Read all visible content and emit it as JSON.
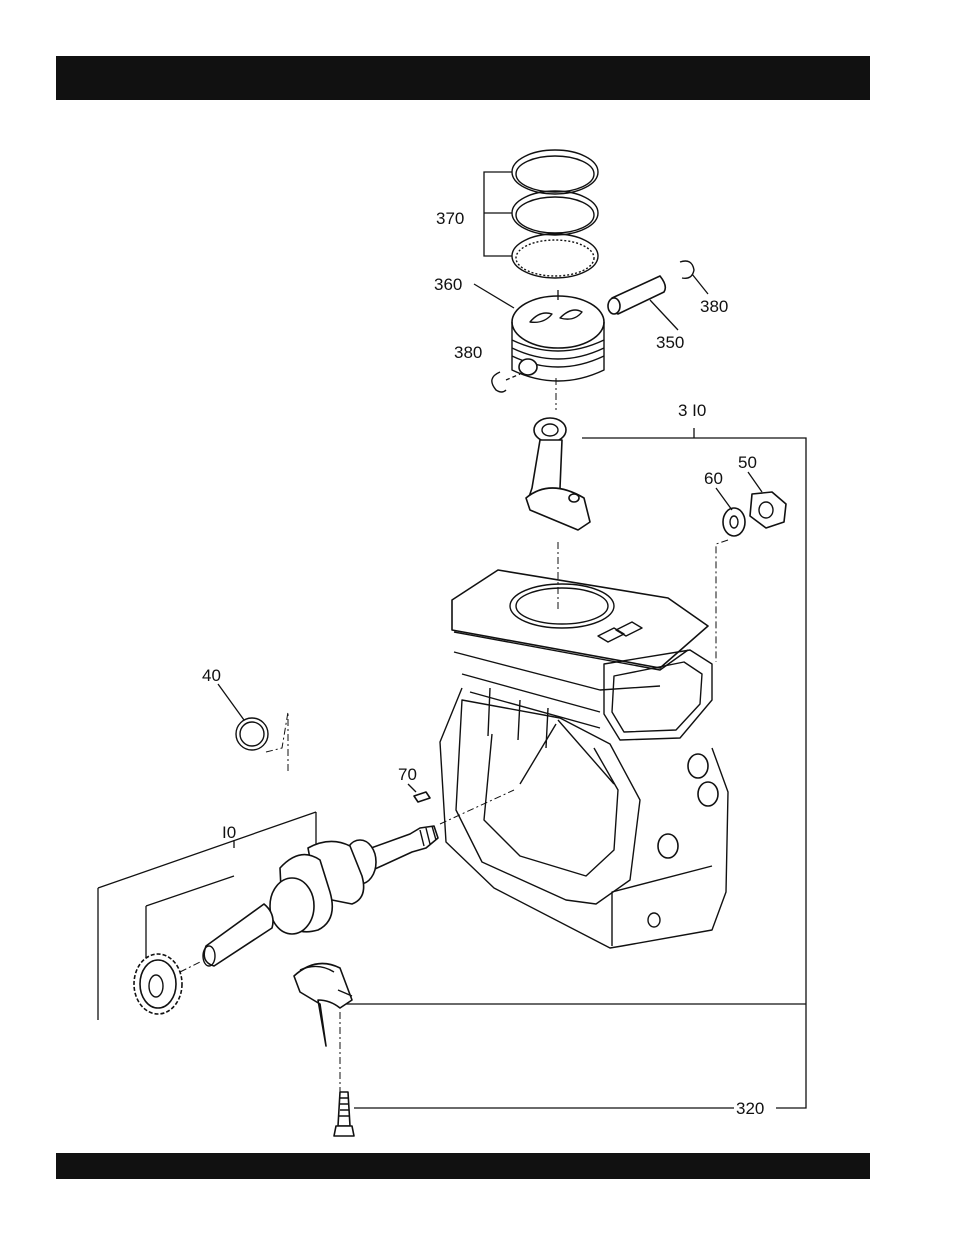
{
  "header": {
    "title": ""
  },
  "footer": {
    "text": ""
  },
  "diagram": {
    "callouts": {
      "p370": "370",
      "p360": "360",
      "p380a": "380",
      "p350": "350",
      "p380b": "380",
      "p310": "3 I0",
      "p60": "60",
      "p50": "50",
      "p40": "40",
      "p70": "70",
      "p10": "I0",
      "p320": "320"
    }
  }
}
